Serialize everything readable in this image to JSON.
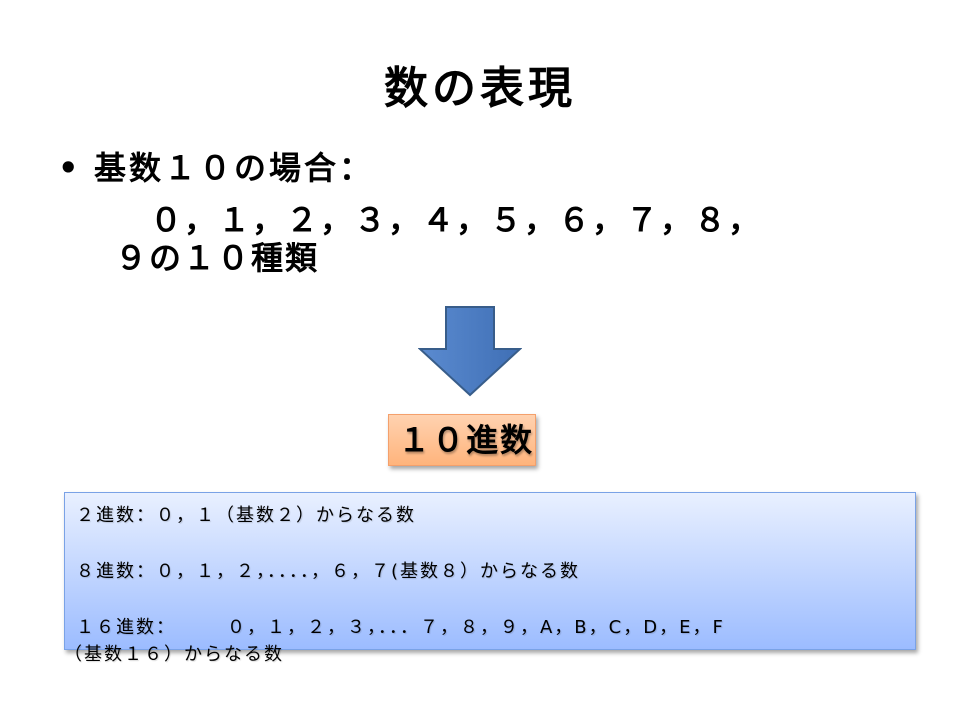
{
  "slide": {
    "title": "数の表現",
    "bullet_marker": "•",
    "bullet_text": "基数１０の場合：",
    "digits_line1": "０，１，２，３，４，５，６，７，８，",
    "digits_line2": "９の１０種類",
    "arrow_icon": "down-arrow-icon",
    "arrow_color": "#4f81bd",
    "base_label": "１０進数",
    "base_box_color": "#ffb47c",
    "info": {
      "line1": "２進数：０，１（基数２）からなる数",
      "line2": "８進数：０，１，２，．．．．，６，７(基数８）からなる数",
      "line3": "１６進数：　　　０，１，２，３，．．．７，８，９，A，B，C，D，E，F",
      "line4": "（基数１６）からなる数"
    },
    "info_box_color": "#9cbcff"
  }
}
